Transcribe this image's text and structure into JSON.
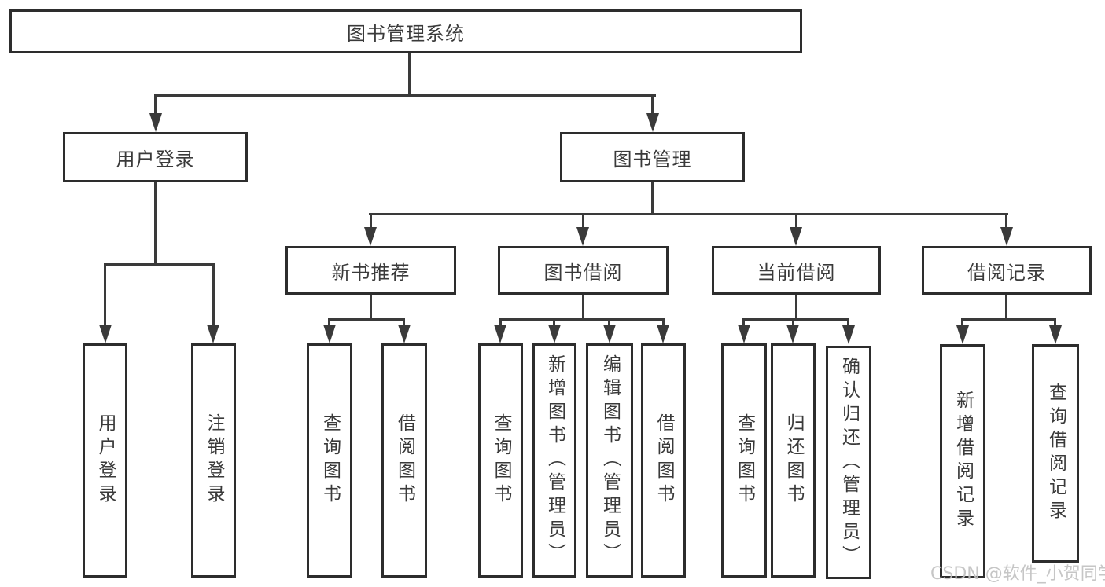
{
  "tree": {
    "root": "图书管理系统",
    "children": [
      {
        "label": "用户登录",
        "children": [
          {
            "label": "用户登录"
          },
          {
            "label": "注销登录"
          }
        ]
      },
      {
        "label": "图书管理",
        "children": [
          {
            "label": "新书推荐",
            "children": [
              {
                "label": "查询图书"
              },
              {
                "label": "借阅图书"
              }
            ]
          },
          {
            "label": "图书借阅",
            "children": [
              {
                "label": "查询图书"
              },
              {
                "label": "新增图书（管理员）"
              },
              {
                "label": "编辑图书（管理员）"
              },
              {
                "label": "借阅图书"
              }
            ]
          },
          {
            "label": "当前借阅",
            "children": [
              {
                "label": "查询图书"
              },
              {
                "label": "归还图书"
              },
              {
                "label": "确认归还（管理员）"
              }
            ]
          },
          {
            "label": "借阅记录",
            "children": [
              {
                "label": "新增借阅记录"
              },
              {
                "label": "查询借阅记录"
              }
            ]
          }
        ]
      }
    ]
  },
  "watermark": "CSDN @软件_小贺同学",
  "colors": {
    "box_border": "#2d2d2d",
    "connector": "#3a3a3a",
    "text": "#3a3a3a",
    "watermark": "#c0c0c0",
    "background": "#ffffff"
  }
}
